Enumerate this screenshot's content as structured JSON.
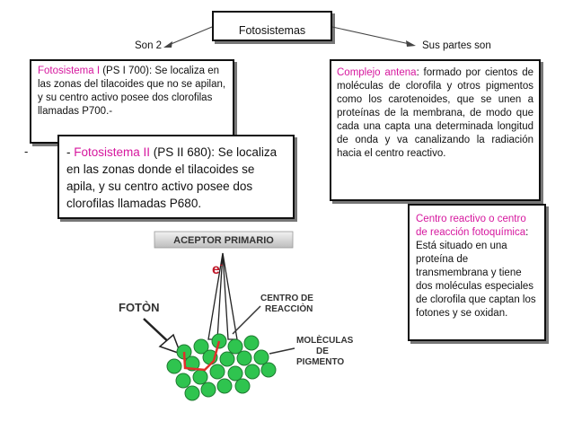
{
  "title": "Fotosistemas",
  "left_label": "Son 2",
  "right_label": "Sus partes son",
  "dash": "-",
  "ps1": {
    "term": "Fotosistema I",
    "text": " (PS I 700): Se localiza en las zonas del tilacoides que no se apilan, y su centro activo posee dos clorofilas llamadas P700.-"
  },
  "ps2": {
    "prefix": "- ",
    "term": "Fotosistema II",
    "text": " (PS II 680): Se localiza en las zonas donde el tilacoides se apila, y su centro activo posee dos clorofilas llamadas P680."
  },
  "antenna": {
    "term": "Complejo antena",
    "text": ": formado por cientos de moléculas de clorofila y otros pigmentos como los carotenoides, que se unen a proteínas de la membrana, de modo que cada una capta una determinada longitud de onda y va canalizando la radiación hacia el centro reactivo."
  },
  "reaction_center": {
    "term": "Centro reactivo o centro de reacción fotoquímica",
    "text": ": Está situado en una proteína de transmembrana y tiene dos moléculas especiales de clorofila que captan los fotones y se oxidan."
  },
  "diagram": {
    "acceptor": "ACEPTOR PRIMARIO",
    "electron": "e",
    "electron_sup": "-",
    "photon": "FOTÒN",
    "center_line1": "CENTRO DE",
    "center_line2": "REACCIÒN",
    "pigment_line1": "MOLÈCULAS",
    "pigment_line2": "DE",
    "pigment_line3": "PIGMENTO",
    "colors": {
      "molecule": "#2fc44f",
      "molecule_stroke": "#1e7a30",
      "electron_path": "#e0302a",
      "banner": "#d9d9d9"
    }
  }
}
